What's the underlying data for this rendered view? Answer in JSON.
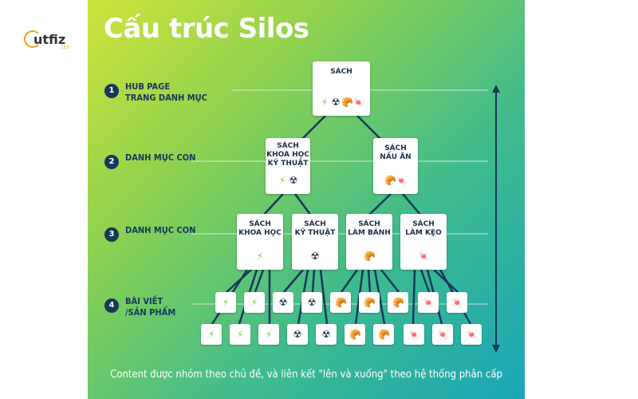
{
  "logo": {
    "word": "utfiz",
    "sub": "SEO"
  },
  "title": "Cấu trúc Silos",
  "levels": [
    {
      "num": "1",
      "label": "HUB PAGE\nTRANG DANH MỤC"
    },
    {
      "num": "2",
      "label": "DANH MỤC CON"
    },
    {
      "num": "3",
      "label": "DANH MỤC CON"
    },
    {
      "num": "4",
      "label": "BÀI VIẾT\n/SẢN PHẨM"
    }
  ],
  "nodes": {
    "root": {
      "label": "SÁCH"
    },
    "l2a": {
      "label": "SÁCH\nKHOA HỌC\nKỸ THUẬT"
    },
    "l2b": {
      "label": "SÁCH\nNẤU ĂN"
    },
    "l3a": {
      "label": "SÁCH\nKHOA HỌC"
    },
    "l3b": {
      "label": "SÁCH\nKỸ THUẬT"
    },
    "l3c": {
      "label": "SÁCH\nLÀM BÁNH"
    },
    "l3d": {
      "label": "SÁCH\nLÀM KẸO"
    }
  },
  "icons": {
    "bolt": "⚡",
    "atom": "☢",
    "bread": "🥐",
    "candy": "🍬"
  },
  "colors": {
    "navy": "#16385a",
    "bolt": "#8bc63c",
    "bread": "#f2a531",
    "candy": "#b24a8f"
  },
  "footer": "Content được nhóm theo chủ đề, và liên kết \"lên và xuống\" theo hệ thống phân cấp"
}
